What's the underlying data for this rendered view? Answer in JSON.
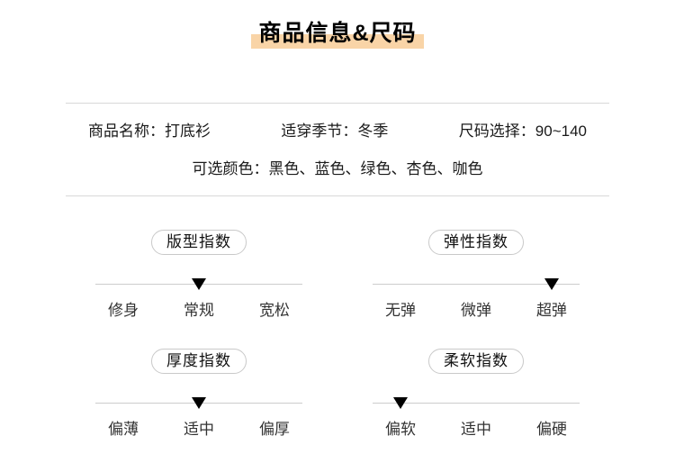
{
  "theme": {
    "highlight_color": "#f9d4a7",
    "divider_color": "#d8d8d8",
    "marker_color": "#000000"
  },
  "header": {
    "title": "商品信息&尺码"
  },
  "info": {
    "fields": [
      {
        "label": "商品名称：",
        "value": "打底衫"
      },
      {
        "label": "适穿季节：",
        "value": "冬季"
      },
      {
        "label": "尺码选择：",
        "value": "90~140"
      }
    ],
    "colors_field": {
      "label": "可选颜色：",
      "value": "黑色、蓝色、绿色、杏色、咖色"
    }
  },
  "indices": [
    {
      "title": "版型指数",
      "labels": [
        "修身",
        "常规",
        "宽松"
      ],
      "selected": "常规",
      "selected_index": 1
    },
    {
      "title": "弹性指数",
      "labels": [
        "无弹",
        "微弹",
        "超弹"
      ],
      "selected": "超弹",
      "selected_index": 2
    },
    {
      "title": "厚度指数",
      "labels": [
        "偏薄",
        "适中",
        "偏厚"
      ],
      "selected": "适中",
      "selected_index": 1
    },
    {
      "title": "柔软指数",
      "labels": [
        "偏软",
        "适中",
        "偏硬"
      ],
      "selected": "偏软",
      "selected_index": 0
    }
  ]
}
